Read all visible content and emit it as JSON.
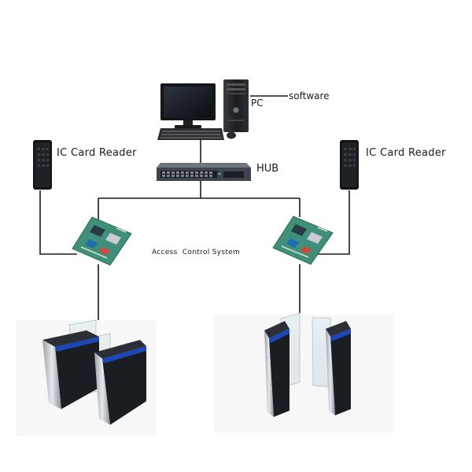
{
  "labels": {
    "pc": "PC",
    "software": "software",
    "hub": "HUB",
    "ic_reader_left": "IC Card Reader",
    "ic_reader_right": "IC Card Reader",
    "access_control": "Access  Control System"
  },
  "colors": {
    "line": "#1a1a1a",
    "device_dark": "#1c1f24",
    "board_green": "#3f8f7a",
    "turnstile_blue": "#1f4fd1"
  }
}
